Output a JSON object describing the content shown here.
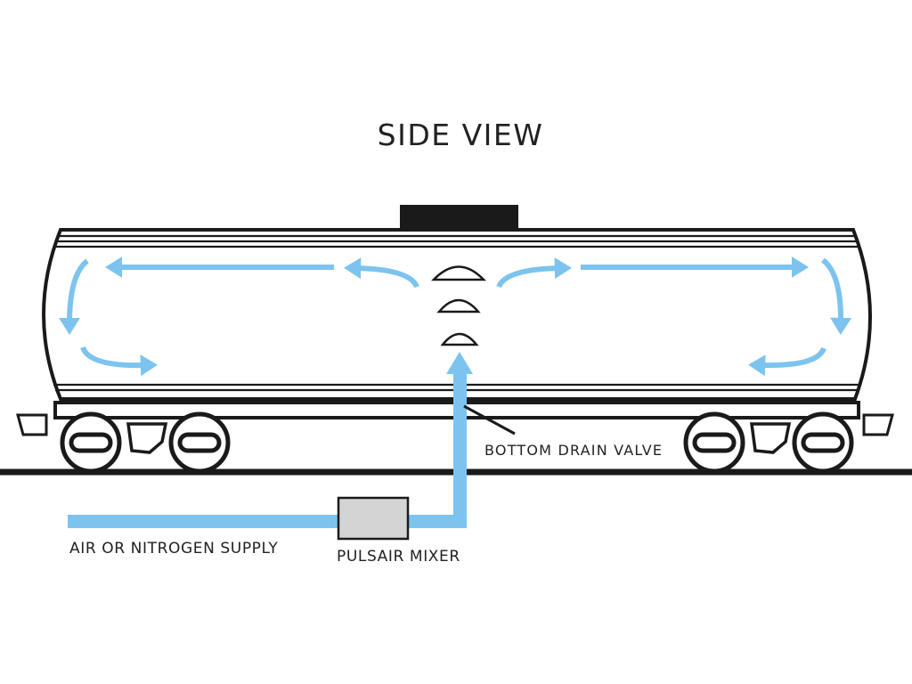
{
  "title": "SIDE VIEW",
  "labels": {
    "bottom_drain_valve": "BOTTOM DRAIN VALVE",
    "air_supply": "AIR OR NITROGEN SUPPLY",
    "mixer": "PULSAIR MIXER"
  },
  "colors": {
    "flow": "#7cc4ef",
    "outline": "#1a1a1a",
    "mixer_fill": "#d4d4d4",
    "background": "#ffffff"
  }
}
